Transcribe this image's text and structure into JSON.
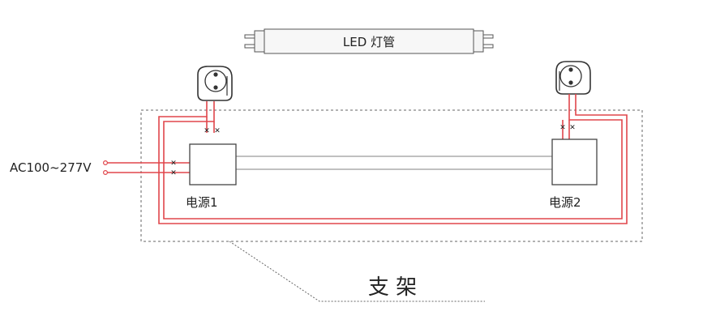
{
  "labels": {
    "tube": "LED 灯管",
    "input": "AC100~277V",
    "driver1": "电源1",
    "driver2": "电源2",
    "fixture": "支 架"
  },
  "colors": {
    "wire_red": "#e0464b",
    "wire_grey": "#9a9a9a",
    "outline": "#444444",
    "dashed": "#666666"
  },
  "icons": {
    "junction": "x-cross-icon"
  }
}
